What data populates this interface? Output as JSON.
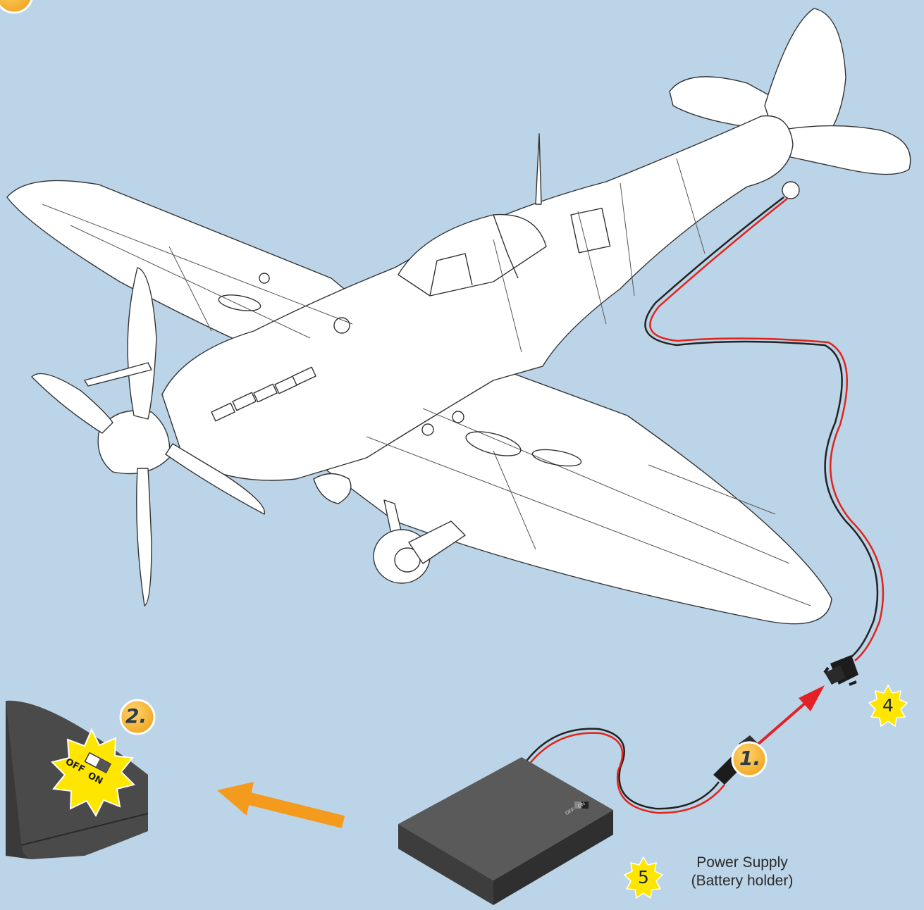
{
  "steps": {
    "step1": "1.",
    "step2": "2."
  },
  "parts": {
    "connector_number": "4",
    "power_supply_number": "5"
  },
  "caption": {
    "line1": "Power Supply",
    "line2": "(Battery holder)"
  },
  "switch_inset": {
    "off_label": "OFF",
    "on_label": "ON"
  },
  "battery_switch": {
    "off_label": "OFF",
    "on_label": "ON"
  },
  "colors": {
    "background": "#bcd4e8",
    "step_badge": "#f6b531",
    "star_badge": "#ffe600",
    "arrow_orange": "#f49a1d",
    "arrow_red": "#e32125",
    "battery_box": "#4a4a4a",
    "wire_red": "#e2231a",
    "wire_black": "#222222"
  },
  "icons": [
    "airplane-illustration",
    "battery-holder",
    "plug-connector",
    "socket-connector",
    "orange-arrow",
    "red-arrow",
    "starburst-badge"
  ]
}
